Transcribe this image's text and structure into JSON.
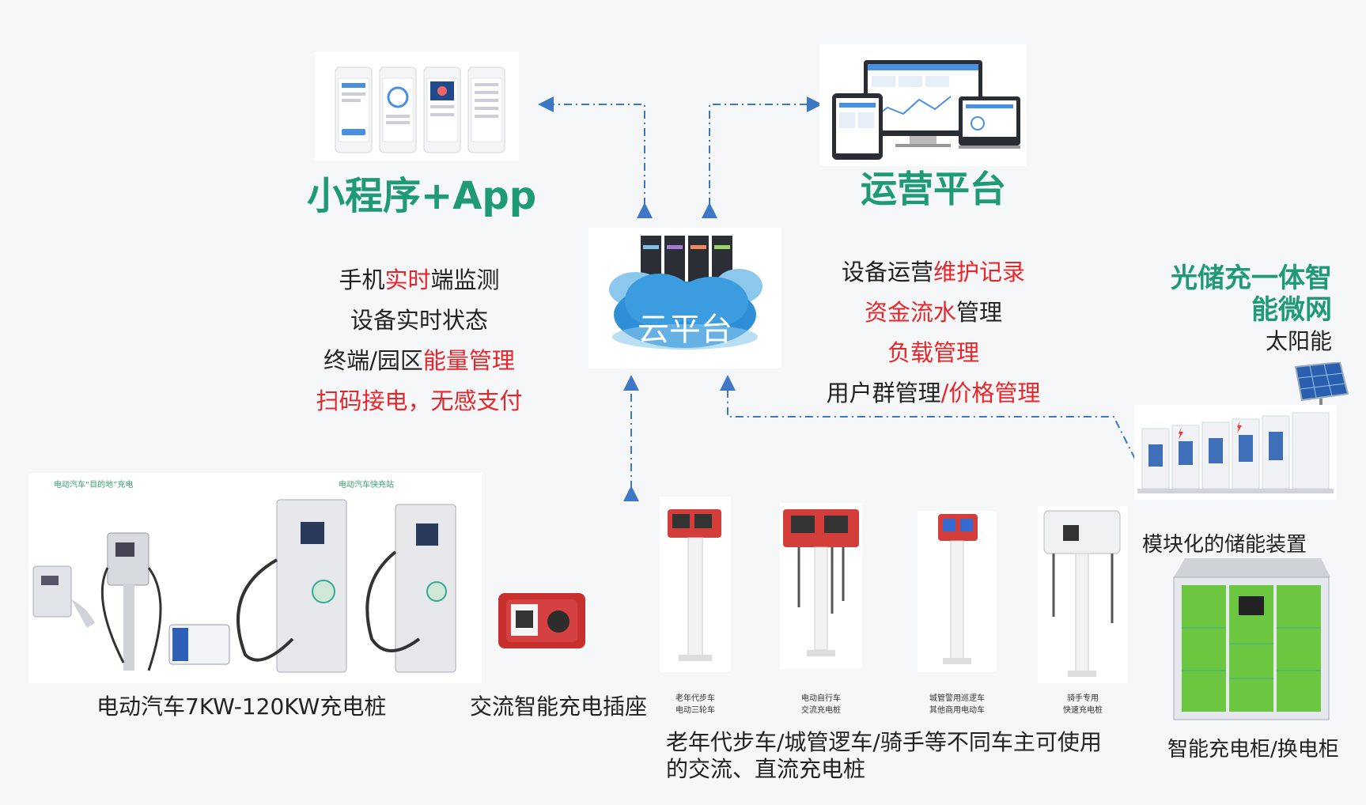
{
  "app": {
    "title": "小程序+App"
  },
  "ops": {
    "title": "运营平台"
  },
  "cloud": {
    "label": "云平台"
  },
  "left_features": [
    {
      "a": "手机",
      "b": "实时",
      "c": "端监测"
    },
    {
      "a": "设备实时状态",
      "b": "",
      "c": ""
    },
    {
      "a": "终端/园区",
      "b": "能量管理",
      "c": ""
    },
    {
      "a": "",
      "b": "扫码接电，无感支付",
      "c": ""
    }
  ],
  "right_features": [
    {
      "a": "设备运营",
      "b": "维护记录",
      "c": ""
    },
    {
      "a": "",
      "b": "资金流水",
      "c": "管理"
    },
    {
      "a": "",
      "b": "负载管理",
      "c": ""
    },
    {
      "a": "用户群管理",
      "b": "/价格管理",
      "c": ""
    }
  ],
  "microgrid": {
    "line1": "光储充一体智",
    "line2": "能微网",
    "solar": "太阳能",
    "storage_caption": "模块化的储能装置"
  },
  "ev_panel": {
    "tag_left": "电动汽车“目的地”充电",
    "tag_right": "电动汽车快充站",
    "caption": "电动汽车7KW-120KW充电桩"
  },
  "socket": {
    "caption": "交流智能充电插座"
  },
  "pillars": [
    {
      "l1": "老年代步车",
      "l2": "电动三轮车"
    },
    {
      "l1": "电动自行车",
      "l2": "交流充电桩"
    },
    {
      "l1": "城管警用巡逻车",
      "l2": "其他商用电动车"
    },
    {
      "l1": "骑手专用",
      "l2": "快速充电桩"
    }
  ],
  "pillars_caption": {
    "line1": "老年代步车/城管逻车/骑手等不同车主可使用",
    "line2": "的交流、直流充电桩"
  },
  "cabinet": {
    "caption": "智能充电柜/换电柜"
  },
  "colors": {
    "green": "#1e9a74",
    "red": "#e8262a",
    "arrow": "#3e78c4"
  }
}
